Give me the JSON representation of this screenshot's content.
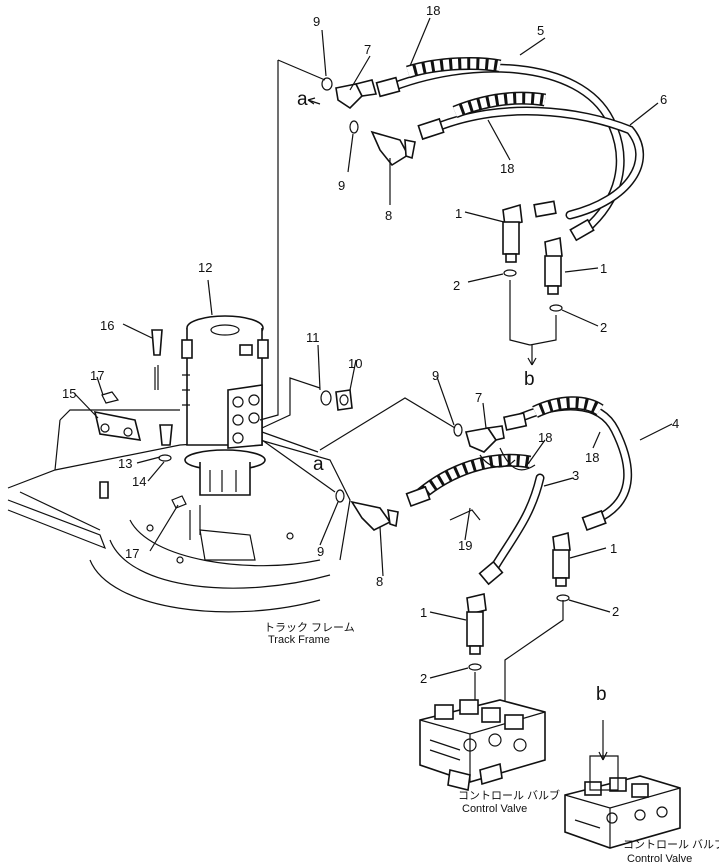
{
  "callouts": {
    "n1a": "1",
    "n1b": "1",
    "n1c": "1",
    "n1d": "1",
    "n2a": "2",
    "n2b": "2",
    "n2c": "2",
    "n2d": "2",
    "n3": "3",
    "n4": "4",
    "n5": "5",
    "n6": "6",
    "n7a": "7",
    "n7b": "7",
    "n8a": "8",
    "n8b": "8",
    "n9a": "9",
    "n9b": "9",
    "n9c": "9",
    "n9d": "9",
    "n10": "10",
    "n11": "11",
    "n12": "12",
    "n13": "13",
    "n14": "14",
    "n15": "15",
    "n16": "16",
    "n17a": "17",
    "n17b": "17",
    "n18a": "18",
    "n18b": "18",
    "n18c": "18",
    "n18d": "18",
    "n19": "19"
  },
  "refs": {
    "a_top": "a",
    "a_mid": "a",
    "b_top": "b",
    "b_bottom": "b"
  },
  "captions": {
    "track_frame_jp": "トラック フレーム",
    "track_frame_en": "Track Frame",
    "control_valve_jp_1": "コントロール バルブ",
    "control_valve_en_1": "Control Valve",
    "control_valve_jp_2": "コントロール バルブ",
    "control_valve_en_2": "Control Valve"
  }
}
